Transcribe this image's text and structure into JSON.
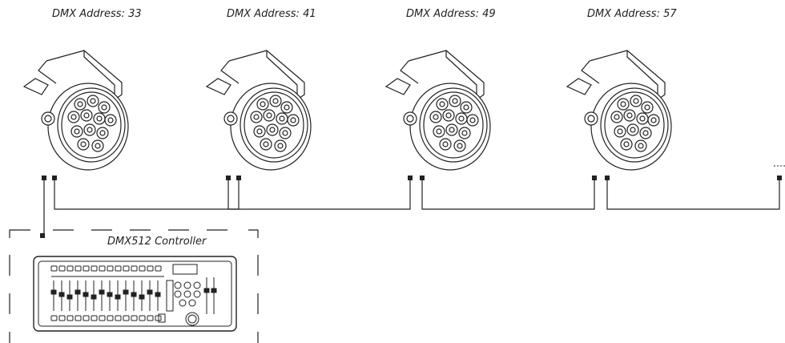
{
  "fixtures": [
    {
      "label": "DMX Address: 33"
    },
    {
      "label": "DMX Address: 41"
    },
    {
      "label": "DMX Address: 49"
    },
    {
      "label": "DMX Address: 57"
    }
  ],
  "controller": {
    "label": "DMX512 Controller"
  },
  "colors": {
    "stroke": "#222222",
    "background": "#ffffff"
  }
}
